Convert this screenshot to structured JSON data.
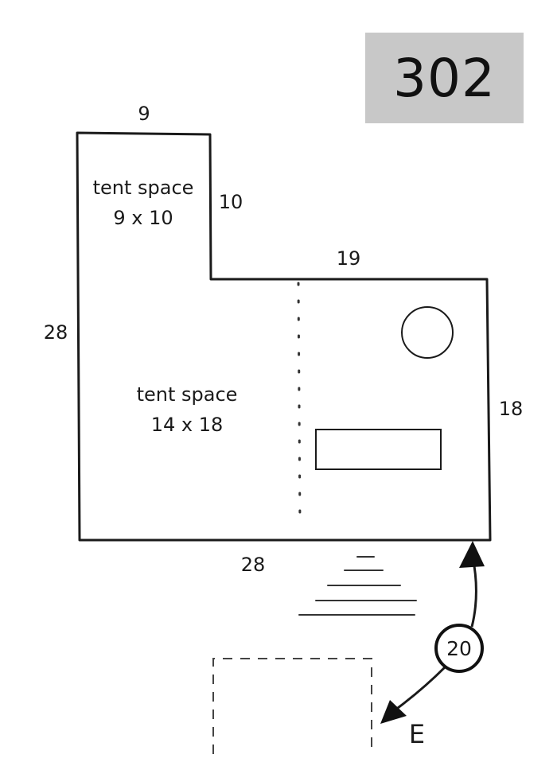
{
  "site_number": "302",
  "dimensions": {
    "top_width": "9",
    "notch_height": "10",
    "upper_right_width": "19",
    "left_height": "28",
    "right_height": "18",
    "bottom_width": "28"
  },
  "areas": {
    "upper_tent": {
      "line1": "tent space",
      "line2": "9 x 10"
    },
    "lower_tent": {
      "line1": "tent space",
      "line2": "14 x 18"
    }
  },
  "distance": "20",
  "direction": "E",
  "colors": {
    "badge_bg": "#c8c8c8",
    "ink": "#1a1a1a"
  }
}
